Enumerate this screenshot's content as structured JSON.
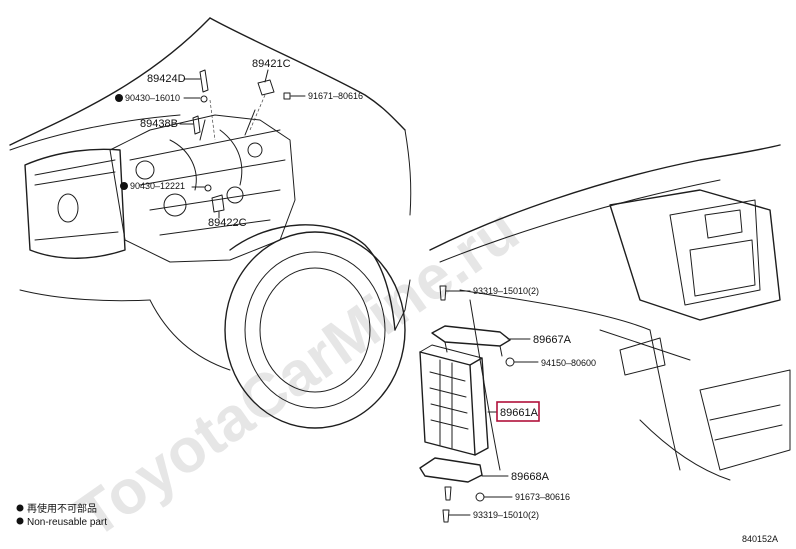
{
  "watermark": "ToyotaCarMine.ru",
  "diagram_code": "840152A",
  "highlight_color": "#b0103a",
  "callouts": {
    "c89424D": "89424D",
    "c90430_16010": "90430–16010",
    "c89438B": "89438B",
    "c90430_12221": "90430–12221",
    "c89421C": "89421C",
    "c91671_80616": "91671–80616",
    "c89422C": "89422C",
    "c93319_top": "93319–15010(2)",
    "c89667A": "89667A",
    "c94150_80600": "94150–80600",
    "c89661A": "89661A",
    "c89668A": "89668A",
    "c91673_80616": "91673–80616",
    "c93319_bottom": "93319–15010(2)"
  },
  "legend": {
    "reuse_cn": "再使用不可部品",
    "nonreusable": "Non-reusable part"
  }
}
